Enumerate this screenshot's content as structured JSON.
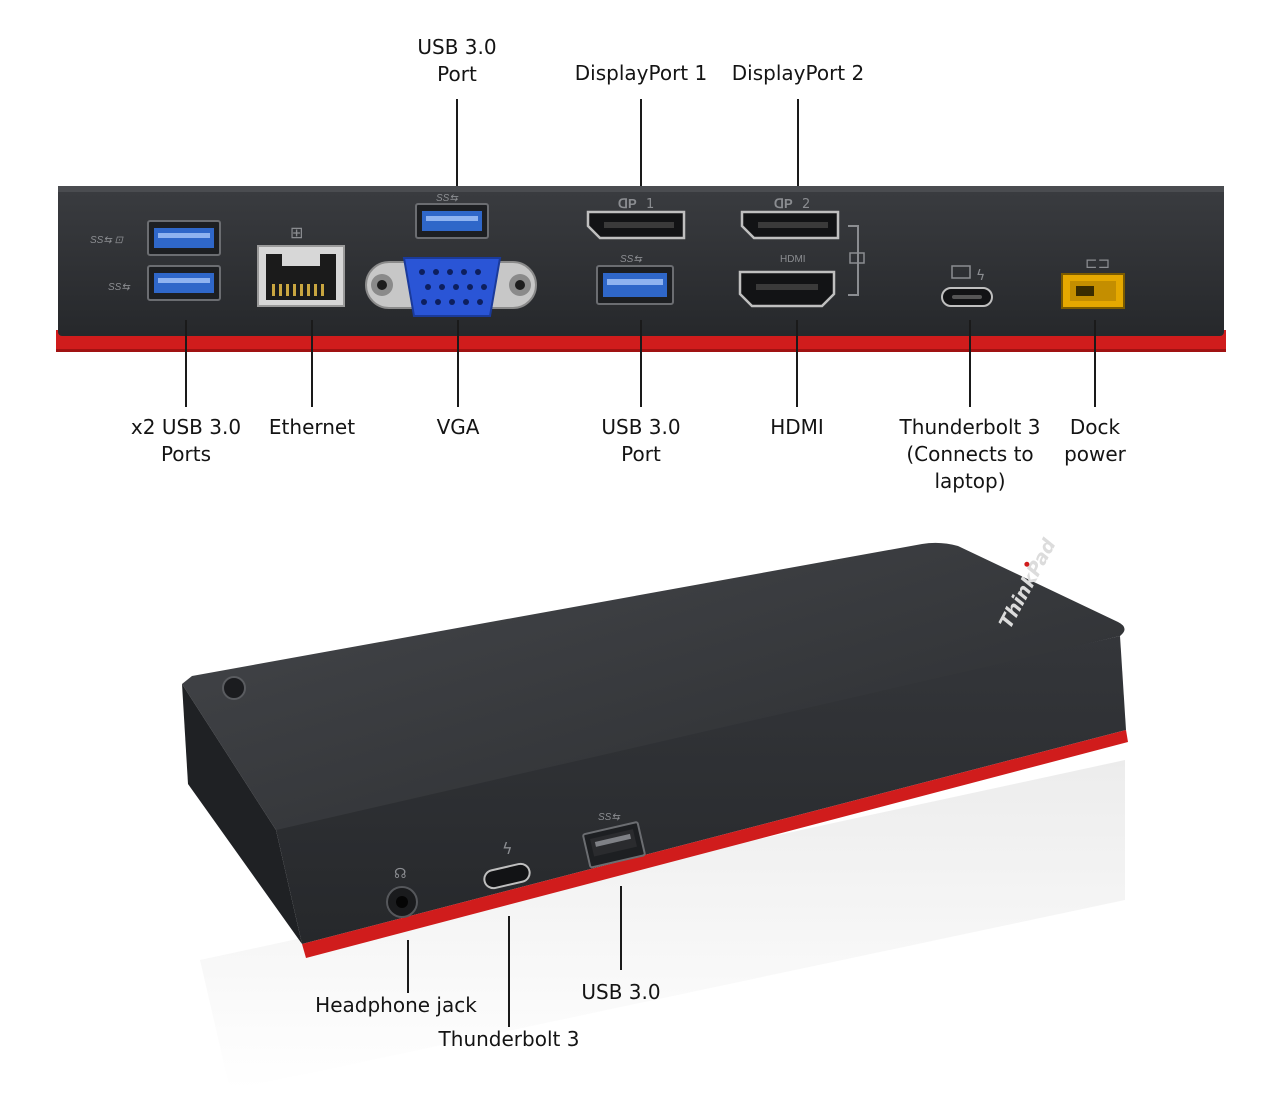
{
  "rear_view": {
    "labels": {
      "usb_top": "USB 3.0\nPort",
      "displayport1": "DisplayPort 1",
      "displayport2": "DisplayPort 2",
      "x2_usb": "x2 USB 3.0\nPorts",
      "ethernet": "Ethernet",
      "vga": "VGA",
      "usb_bottom": "USB 3.0\nPort",
      "hdmi": "HDMI",
      "thunderbolt": "Thunderbolt 3\n(Connects to\nlaptop)",
      "dock_power": "Dock\npower"
    },
    "port_markings": {
      "dp1": "1",
      "dp2": "2",
      "hdmi": "HDMI"
    }
  },
  "front_view": {
    "labels": {
      "headphone": "Headphone jack",
      "thunderbolt": "Thunderbolt 3",
      "usb": "USB 3.0"
    },
    "brand_logo": "ThinkPad"
  },
  "colors": {
    "body": "#2d2f33",
    "accent_red": "#d01c1c",
    "usb_blue": "#2f67c9",
    "vga_blue": "#2a55d6",
    "power_yellow": "#e5a800"
  }
}
